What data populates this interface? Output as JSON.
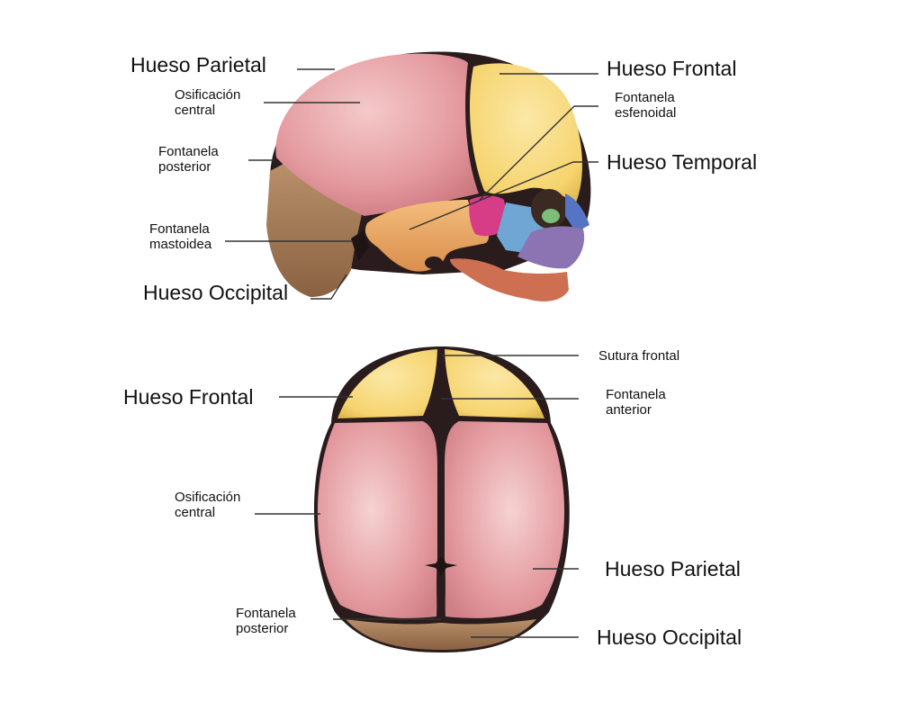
{
  "lateral_view": {
    "hueso_parietal": "Hueso Parietal",
    "osificacion_central": [
      "Osificación",
      "central"
    ],
    "fontanela_posterior": [
      "Fontanela",
      "posterior"
    ],
    "fontanela_mastoidea": [
      "Fontanela",
      "mastoidea"
    ],
    "hueso_occipital": "Hueso Occipital",
    "hueso_frontal": "Hueso Frontal",
    "fontanela_esfenoidal": [
      "Fontanela",
      "esfenoidal"
    ],
    "hueso_temporal": "Hueso Temporal"
  },
  "superior_view": {
    "hueso_frontal": "Hueso Frontal",
    "osificacion_central": [
      "Osificación",
      "central"
    ],
    "fontanela_posterior": [
      "Fontanela",
      "posterior"
    ],
    "sutura_frontal": "Sutura frontal",
    "fontanela_anterior": [
      "Fontanela",
      "anterior"
    ],
    "hueso_parietal": "Hueso Parietal",
    "hueso_occipital": "Hueso Occipital"
  },
  "bone_colors": {
    "parietal": "#e49ba0",
    "frontal": "#f7d775",
    "occipital": "#a9805c",
    "temporal": "#ecaa64",
    "sphenoid": "#d63d86",
    "zygomatic": "#6fa6d4",
    "maxilla": "#8c74b3",
    "mandible": "#cf6f52",
    "fontanelle": "#2a1c1c"
  }
}
